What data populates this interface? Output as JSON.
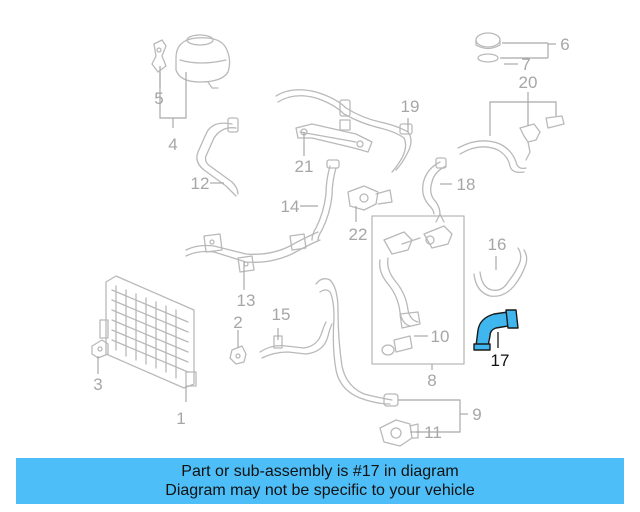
{
  "diagram": {
    "highlight_part": "17",
    "callouts": [
      "1",
      "2",
      "3",
      "4",
      "5",
      "6",
      "7",
      "8",
      "9",
      "10",
      "11",
      "12",
      "13",
      "14",
      "15",
      "16",
      "17",
      "18",
      "19",
      "20",
      "21",
      "22"
    ],
    "colors": {
      "highlight": "#3fb6ee",
      "parts": "#b9b9b9",
      "labels": "#a6a6a6",
      "banner": "#4dbef7"
    }
  },
  "banner": {
    "line1": "Part or sub-assembly is #17 in diagram",
    "line2": "Diagram may not be specific to your vehicle"
  }
}
